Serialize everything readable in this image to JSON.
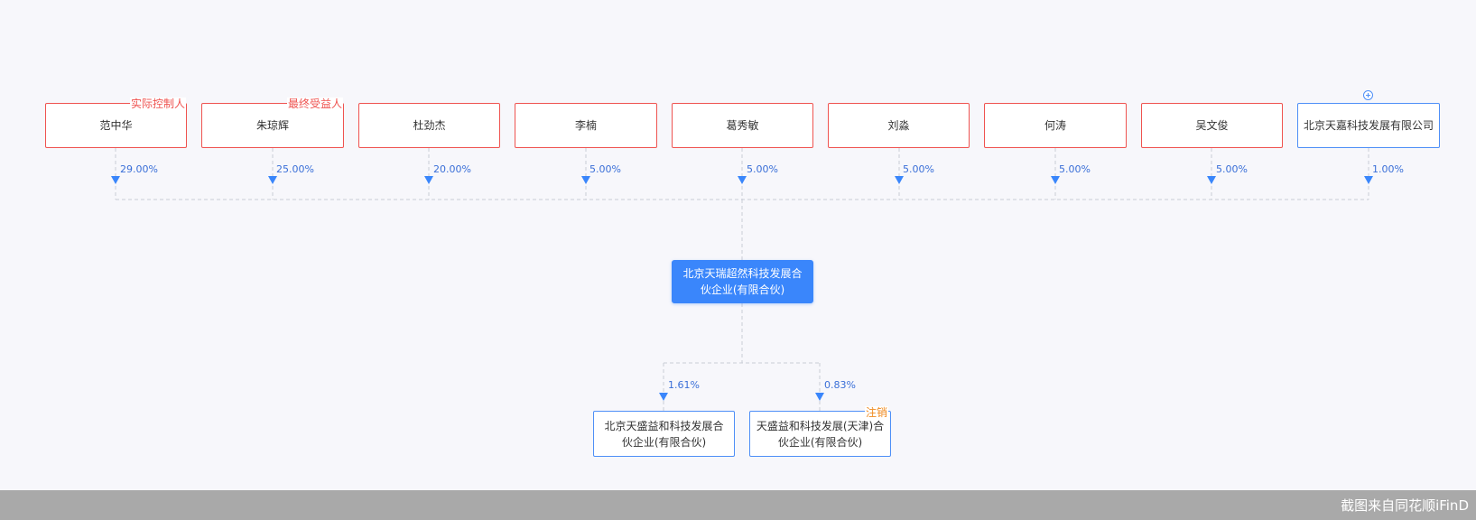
{
  "shareholders": [
    {
      "name": "范中华",
      "kind": "person",
      "tag": "实际控制人",
      "percent": "29.00%"
    },
    {
      "name": "朱琼辉",
      "kind": "person",
      "tag": "最终受益人",
      "percent": "25.00%"
    },
    {
      "name": "杜劲杰",
      "kind": "person",
      "tag": "",
      "percent": "20.00%"
    },
    {
      "name": "李楠",
      "kind": "person",
      "tag": "",
      "percent": "5.00%"
    },
    {
      "name": "葛秀敏",
      "kind": "person",
      "tag": "",
      "percent": "5.00%"
    },
    {
      "name": "刘淼",
      "kind": "person",
      "tag": "",
      "percent": "5.00%"
    },
    {
      "name": "何涛",
      "kind": "person",
      "tag": "",
      "percent": "5.00%"
    },
    {
      "name": "吴文俊",
      "kind": "person",
      "tag": "",
      "percent": "5.00%"
    },
    {
      "name": "北京天嘉科技发展有限公司",
      "kind": "company",
      "tag": "",
      "percent": "1.00%"
    }
  ],
  "center": {
    "name": "北京天瑞超然科技发展合伙企业(有限合伙)"
  },
  "investments": [
    {
      "name": "北京天盛益和科技发展合伙企业(有限合伙)",
      "tag": "",
      "percent": "1.61%"
    },
    {
      "name": "天盛益和科技发展(天津)合伙企业(有限合伙)",
      "tag": "注销",
      "percent": "0.83%"
    }
  ],
  "footer": {
    "watermark": "截图来自同花顺iFinD"
  },
  "colors": {
    "background": "#f7f7fb",
    "person_border": "#ef5350",
    "company_border": "#4e8ff7",
    "center_fill": "#3a86fb",
    "percent_text": "#3a6fd8",
    "tag_cancelled": "#ef8a1f",
    "footer_bar": "#a9a9a9"
  }
}
